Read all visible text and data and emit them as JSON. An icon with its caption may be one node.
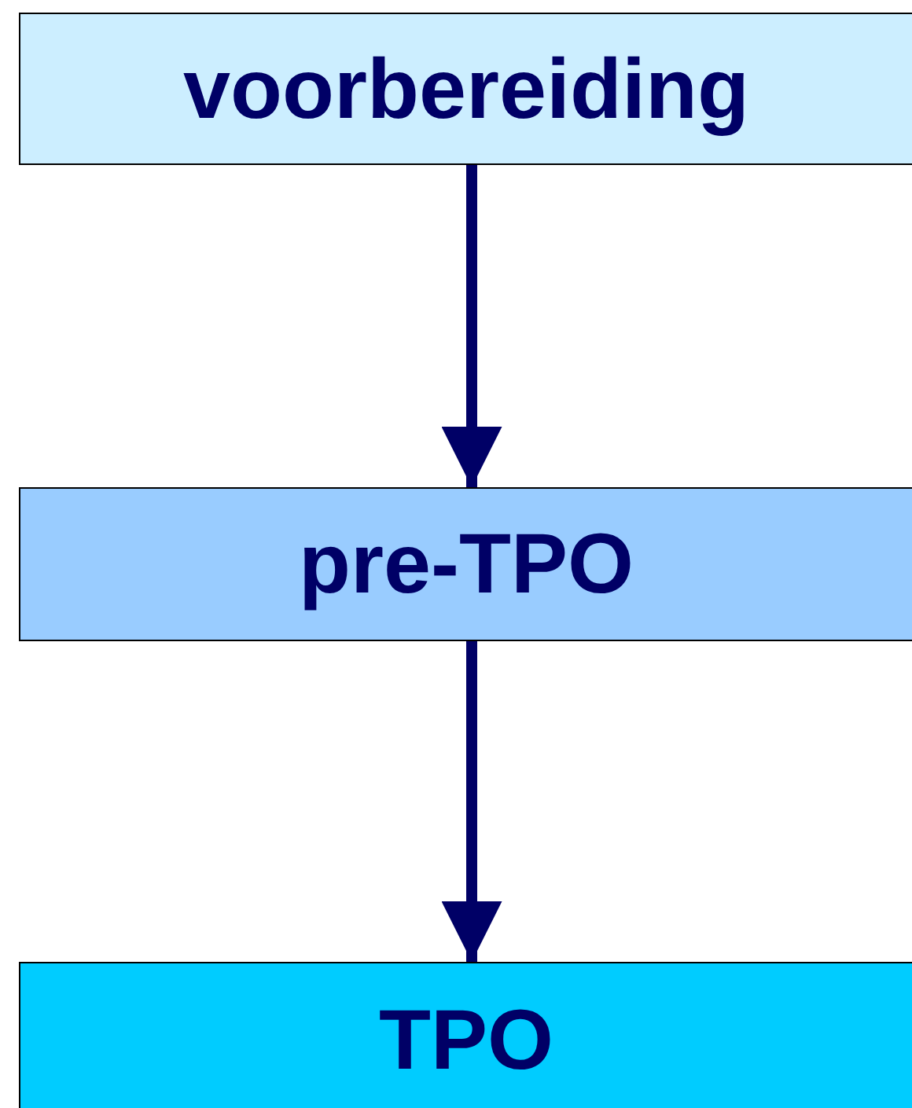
{
  "diagram": {
    "nodes": [
      {
        "text": [
          "voorbereiding"
        ]
      },
      {
        "text": [
          "pre-TPO"
        ]
      },
      {
        "text": [
          "TPO"
        ]
      }
    ],
    "edges": [
      {
        "from": 0,
        "to": 1,
        "arrow": "to"
      },
      {
        "from": 1,
        "to": 2,
        "arrow": "to"
      }
    ]
  }
}
